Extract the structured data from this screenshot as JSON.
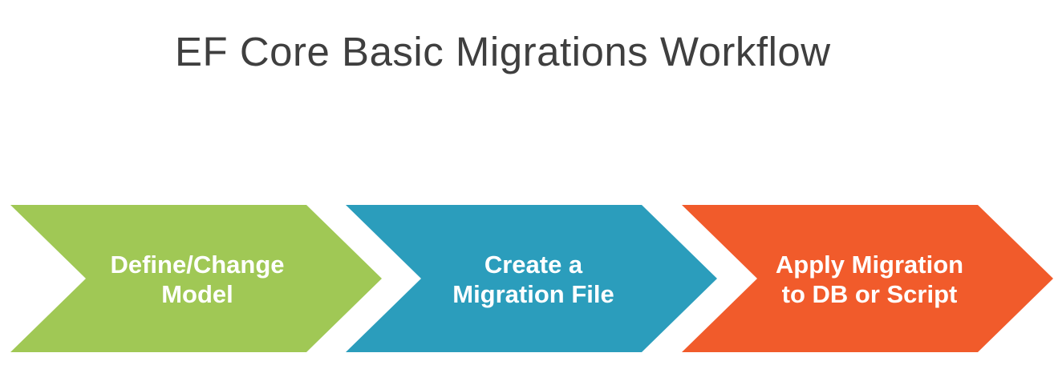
{
  "title": "EF Core Basic Migrations Workflow",
  "steps": [
    {
      "line1": "Define/Change",
      "line2": "Model",
      "color": "#a0c855"
    },
    {
      "line1": "Create a",
      "line2": "Migration File",
      "color": "#2b9dbc"
    },
    {
      "line1": "Apply Migration",
      "line2": "to DB or Script",
      "color": "#f15b2b"
    }
  ]
}
